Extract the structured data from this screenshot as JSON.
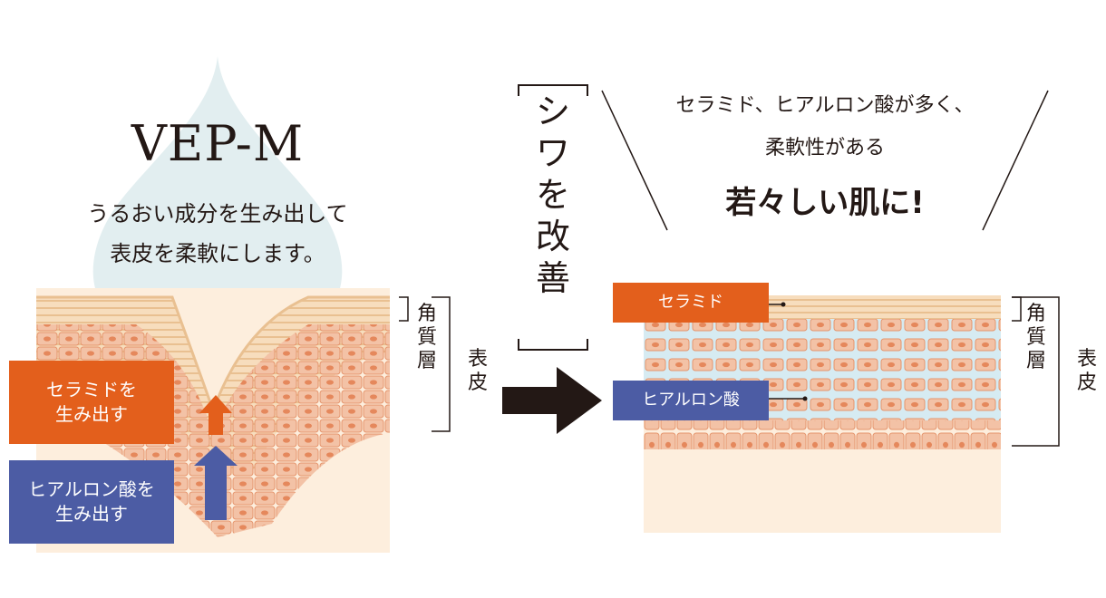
{
  "brand": "VEP-M",
  "left_desc": [
    "うるおい成分を生み出して",
    "表皮を柔軟にします。"
  ],
  "center_text": [
    "シ",
    "ワ",
    "を",
    "改",
    "善"
  ],
  "right_heading": {
    "line1": "セラミド、ヒアルロン酸が多く、",
    "line2": "柔軟性がある",
    "line3": "若々しい肌に!"
  },
  "left_labels": {
    "ceramide": [
      "セラミドを",
      "生み出す"
    ],
    "hyaluronic": [
      "ヒアルロン酸を",
      "生み出す"
    ]
  },
  "right_labels": {
    "ceramide": "セラミド",
    "hyaluronic": "ヒアルロン酸"
  },
  "layers": {
    "stratum_corneum": [
      "角",
      "質",
      "層"
    ],
    "epidermis": [
      "表",
      "皮"
    ]
  },
  "colors": {
    "ceramide": "#e35f1c",
    "hyaluronic": "#4c5ca4",
    "text": "#231815",
    "cell": "#f0b89a",
    "drop": "#e2eef0",
    "moisture": "#d6ebf2",
    "skin_base": "#fdeedd"
  },
  "icons": [
    "water-drop-icon",
    "arrow-right-icon",
    "arrow-up-icon"
  ]
}
